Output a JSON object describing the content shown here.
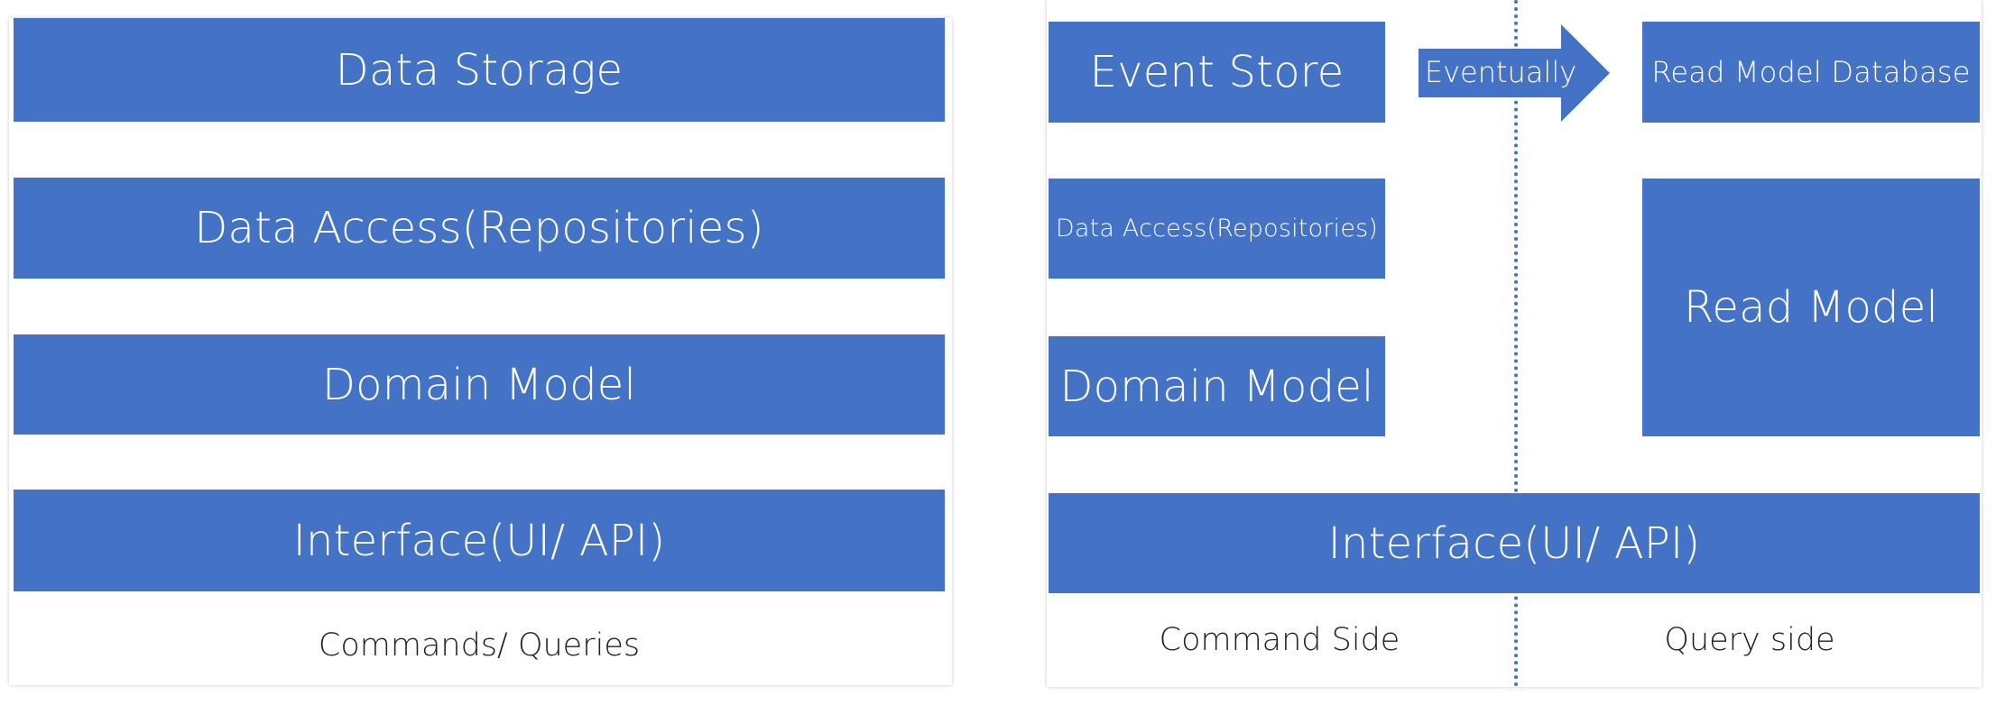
{
  "left_panel": {
    "layers": [
      "Data Storage",
      "Data Access(Repositories)",
      "Domain Model",
      "Interface(UI/ API)"
    ],
    "caption": "Commands/ Queries"
  },
  "right_panel": {
    "event_store": "Event Store",
    "arrow_label": "Eventually",
    "read_model_database": "Read Model Database",
    "data_access": "Data Access(Repositories)",
    "domain_model": "Domain Model",
    "read_model": "Read Model",
    "interface": "Interface(UI/ API)",
    "command_caption": "Command Side",
    "query_caption": "Query side"
  },
  "colors": {
    "block_fill": "#4472c4",
    "block_text": "#ffffff",
    "caption_text": "#222222"
  }
}
